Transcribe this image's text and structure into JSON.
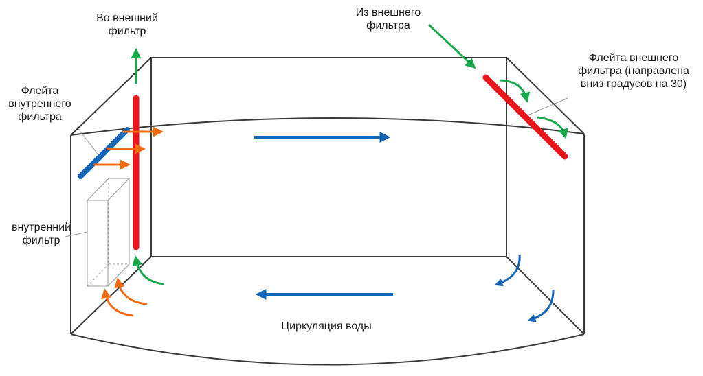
{
  "labels": {
    "to_external_filter": [
      "Во внешний",
      "фильтр"
    ],
    "from_external_filter": [
      "Из внешнего",
      "фильтра"
    ],
    "external_spray_bar": [
      "Флейта внешнего",
      "фильтра (направлена",
      "вниз градусов на 30)"
    ],
    "internal_spray_bar": [
      "Флейта",
      "внутреннего",
      "фильтра"
    ],
    "internal_filter": [
      "внутренний",
      "фильтр"
    ],
    "water_circulation": "Циркуляция воды"
  },
  "colors": {
    "outline": "#3a3a3a",
    "pipe_red": "#e8161b",
    "spray_bar_blue": "#1366b8",
    "flow_blue": "#1366b8",
    "flow_green": "#18a84b",
    "flow_orange": "#f26a12",
    "leader_line": "#9a9a9a",
    "filter_box": "#9a9a9a"
  }
}
